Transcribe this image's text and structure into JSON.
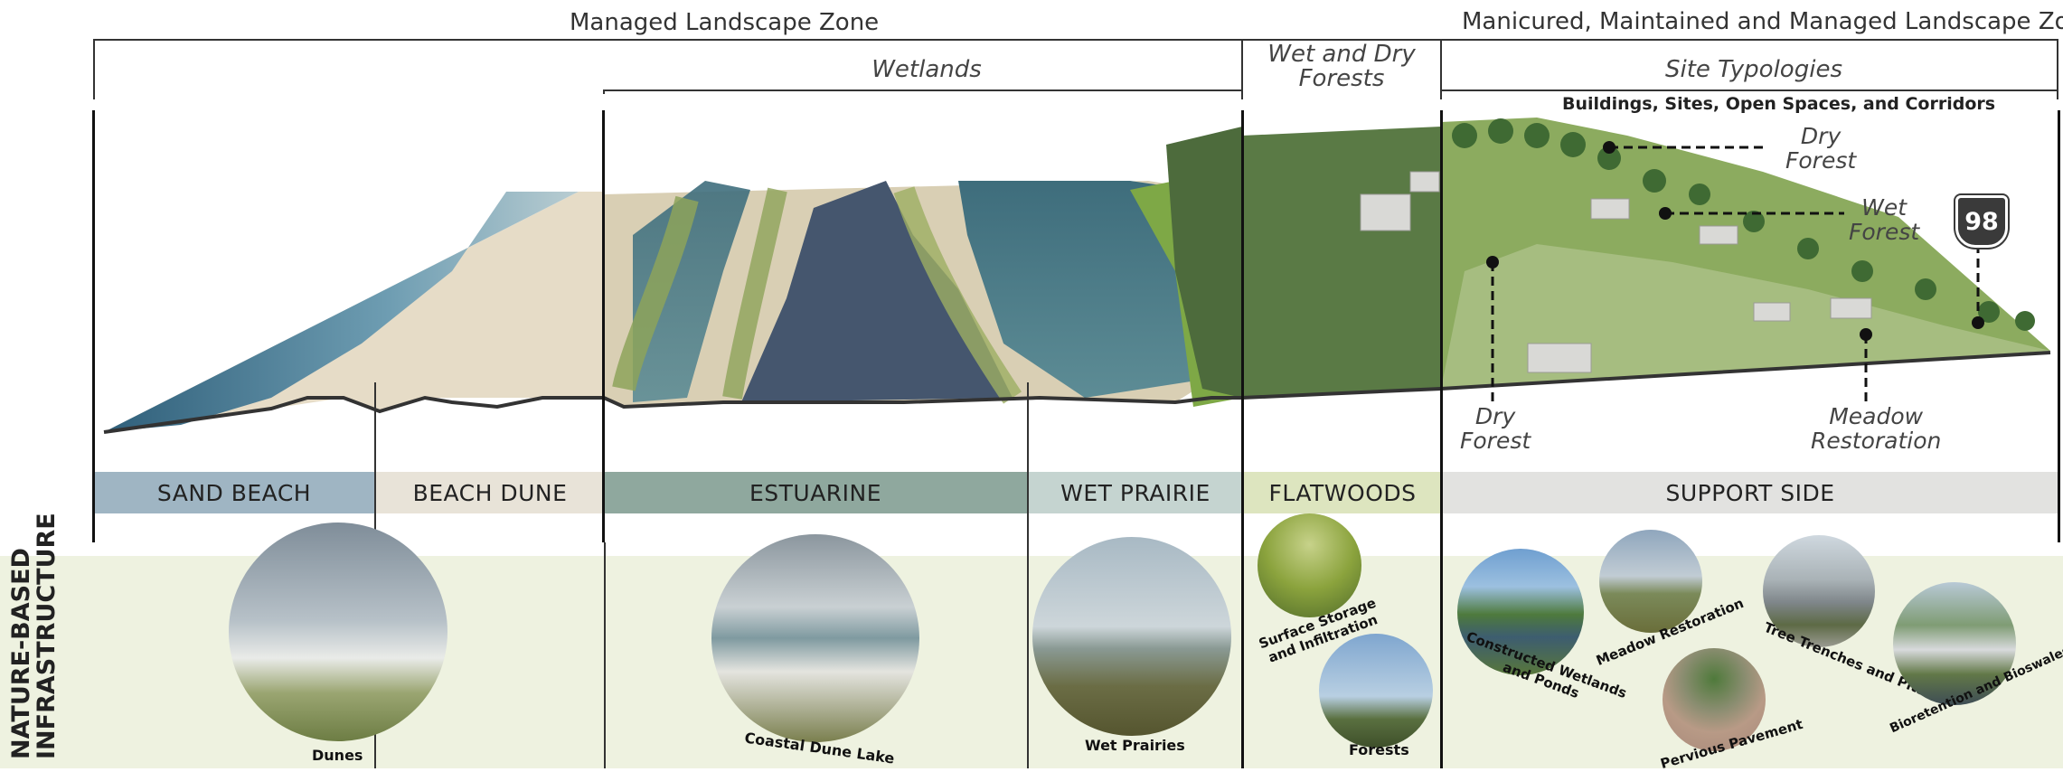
{
  "headers": {
    "managed_zone": "Managed Landscape Zone",
    "manicured_zone": "Manicured, Maintained and Managed Landscape Zones",
    "wetlands": "Wetlands",
    "wet_dry_forests": "Wet and Dry\nForests",
    "site_typologies": "Site Typologies",
    "buildings": "Buildings, Sites, Open Spaces, and Corridors"
  },
  "callouts": {
    "dry_forest_top": "Dry\nForest",
    "wet_forest": "Wet\nForest",
    "dry_forest_bottom": "Dry\nForest",
    "meadow_restoration": "Meadow\nRestoration",
    "highway_shield": "98"
  },
  "bands": [
    {
      "label": "SAND BEACH",
      "color": "#9fb5c3"
    },
    {
      "label": "BEACH DUNE",
      "color": "#e8e3d8"
    },
    {
      "label": "ESTUARINE",
      "color": "#8fa89e"
    },
    {
      "label": "WET PRAIRIE",
      "color": "#c5d4d0"
    },
    {
      "label": "FLATWOODS",
      "color": "#dde5bf"
    },
    {
      "label": "SUPPORT SIDE",
      "color": "#e2e2e0"
    }
  ],
  "side_label": "NATURE-BASED\nINFRASTRUCTURE",
  "photos": {
    "dunes": "Dunes",
    "coastal_dune_lake": "Coastal Dune Lake",
    "wet_prairies": "Wet Prairies",
    "surface_storage": "Surface Storage\nand Infiltration",
    "forests": "Forests",
    "constructed_wetlands": "Constructed Wetlands\nand Ponds",
    "meadow_restoration": "Meadow Restoration",
    "tree_trenches": "Tree Trenches and Pits",
    "pervious_pavement": "Pervious Pavement",
    "bioretention": "Bioretention and Bioswales"
  }
}
